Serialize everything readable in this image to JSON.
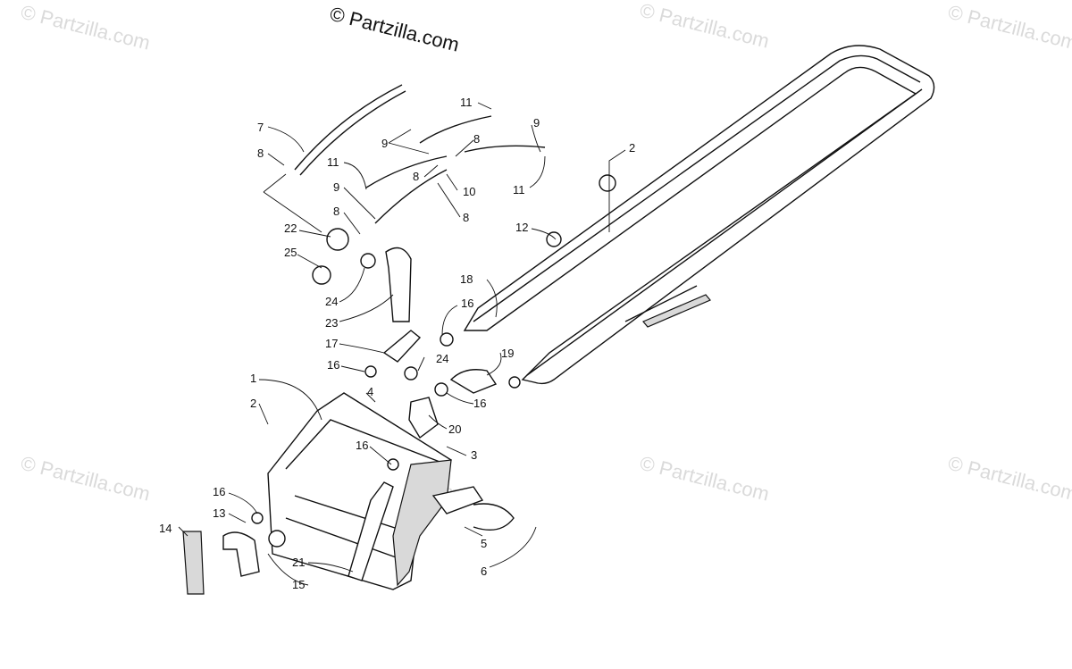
{
  "brand": {
    "text": "© Partzilla.com"
  },
  "watermark": {
    "text": "© Partzilla.com",
    "color": "#bdbdbd"
  },
  "callouts": [
    "1",
    "2",
    "2",
    "3",
    "4",
    "5",
    "6",
    "7",
    "8",
    "8",
    "8",
    "8",
    "9",
    "9",
    "9",
    "10",
    "11",
    "11",
    "11",
    "12",
    "13",
    "14",
    "15",
    "16",
    "16",
    "16",
    "16",
    "16",
    "17",
    "18",
    "19",
    "20",
    "21",
    "22",
    "23",
    "24",
    "24",
    "25"
  ]
}
